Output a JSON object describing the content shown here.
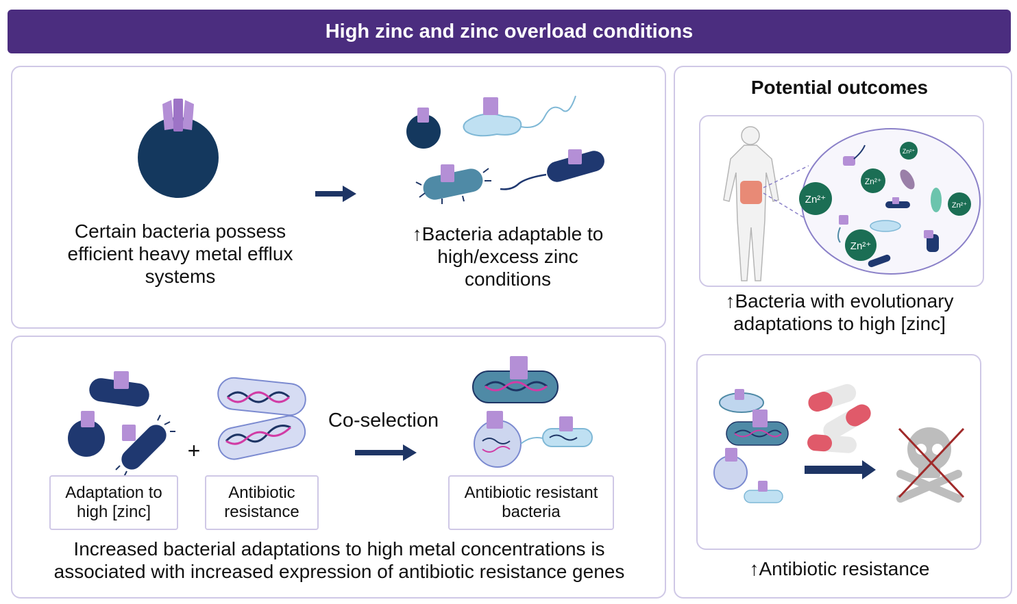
{
  "banner": {
    "title": "High zinc and zinc overload conditions"
  },
  "top_left": {
    "text_left": "Certain bacteria possess efficient heavy metal efflux systems",
    "text_right": "↑Bacteria adaptable to high/excess zinc conditions"
  },
  "bottom_left": {
    "plus": "+",
    "arrow_label": "Co-selection",
    "label_adaptation": "Adaptation to high [zinc]",
    "label_antibiotic": "Antibiotic resistance",
    "label_resistant": "Antibiotic resistant bacteria",
    "caption": "Increased bacterial adaptations to high metal concentrations is associated with increased expression of antibiotic resistance genes"
  },
  "right": {
    "title": "Potential outcomes",
    "zinc_ion": "Zn²⁺",
    "outcome1": "↑Bacteria with evolutionary adaptations to high [zinc]",
    "outcome2": "↑Antibiotic resistance"
  },
  "colors": {
    "banner": "#4b2d7f",
    "panel_border": "#cfc8e6",
    "pump": "#b48fd6",
    "bacteria_dark": "#14385e",
    "bacteria_navy": "#1f3870",
    "bacteria_light": "#bfe0f2",
    "bacteria_teal": "#4f8aa6",
    "zinc": "#1b6e54",
    "arrow": "#1e3565",
    "pill_red": "#e05a6a",
    "cross": "#a02a2a"
  }
}
